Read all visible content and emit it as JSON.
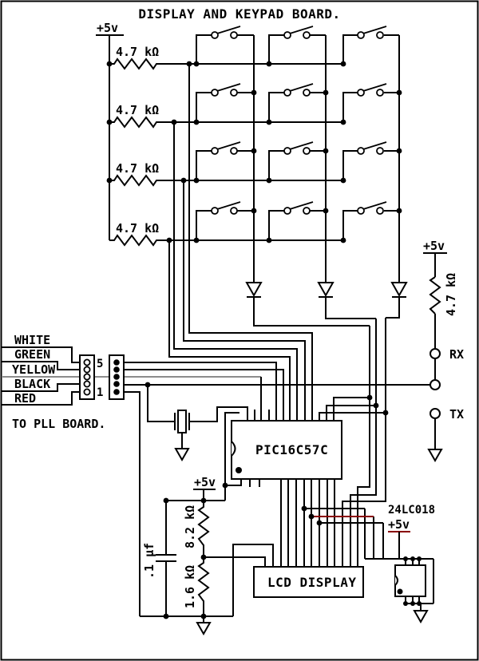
{
  "title": "DISPLAY AND KEYPAD BOARD.",
  "labels": {
    "v5": "+5v"
  },
  "keypad": {
    "pullup_label": "4.7 kΩ",
    "rows": 4,
    "cols": 3
  },
  "serial": {
    "pullup_label": "4.7 kΩ",
    "rx": "RX",
    "tx": "TX"
  },
  "harness": {
    "wires": [
      "WHITE",
      "GREEN",
      "YELLOW",
      "BLACK",
      "RED"
    ],
    "note": "TO PLL BOARD.",
    "pin_top": "5",
    "pin_bottom": "1"
  },
  "mcu": {
    "label": "PIC16C57C"
  },
  "eeprom": {
    "label": "24LC018",
    "power": "+5v"
  },
  "lcd": {
    "label": "LCD DISPLAY"
  },
  "divider": {
    "r_top": "8.2 kΩ",
    "r_bottom": "1.6 kΩ",
    "cap": ".1 µf"
  },
  "colors": {
    "wire": "#000000",
    "accent_red": "#8a0000",
    "muted_gray": "#8c8c8c"
  }
}
